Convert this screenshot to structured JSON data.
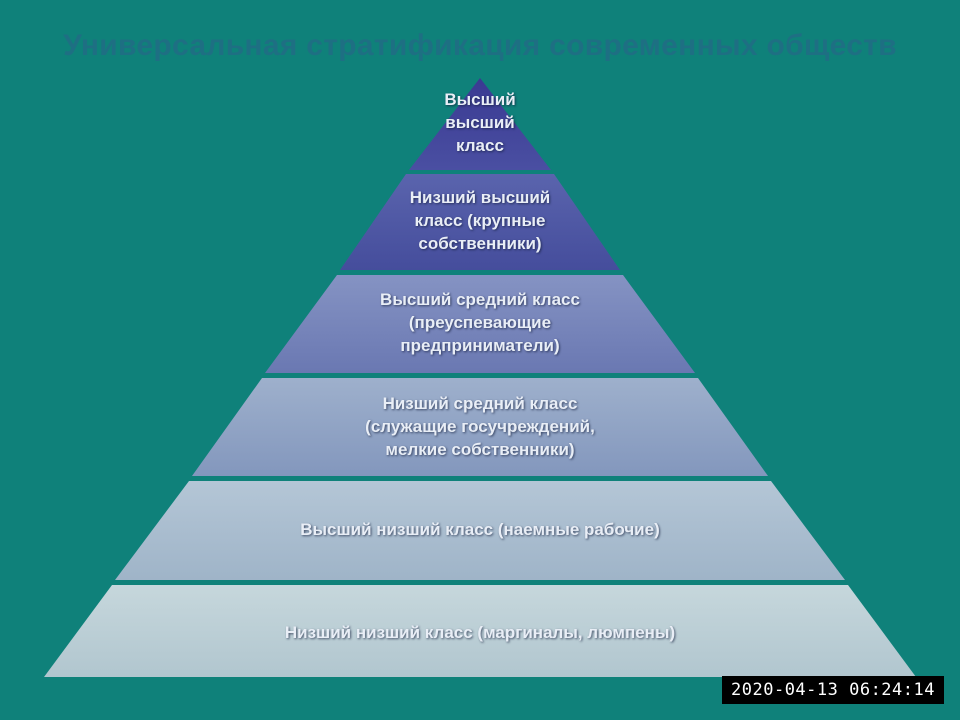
{
  "title": "Универсальная стратификация современных обществ",
  "tiers": [
    {
      "label": "Высший\nвысший\nкласс"
    },
    {
      "label": "Низший высший\nкласс  (крупные\nсобственники)"
    },
    {
      "label": "Высший средний класс\n(преуспевающие\nпредприниматели)"
    },
    {
      "label": "Низший средний класс\n(служащие госучреждений,\nмелкие собственники)"
    },
    {
      "label": "Высший низший класс (наемные рабочие)"
    },
    {
      "label": "Низший низший класс (маргиналы, люмпены)"
    }
  ],
  "timestamp": "2020-04-13 06:24:14",
  "colors": {
    "background": "#0f817a",
    "tier_top": "#3c3f96",
    "tier_bottom": "#c6d6da"
  }
}
